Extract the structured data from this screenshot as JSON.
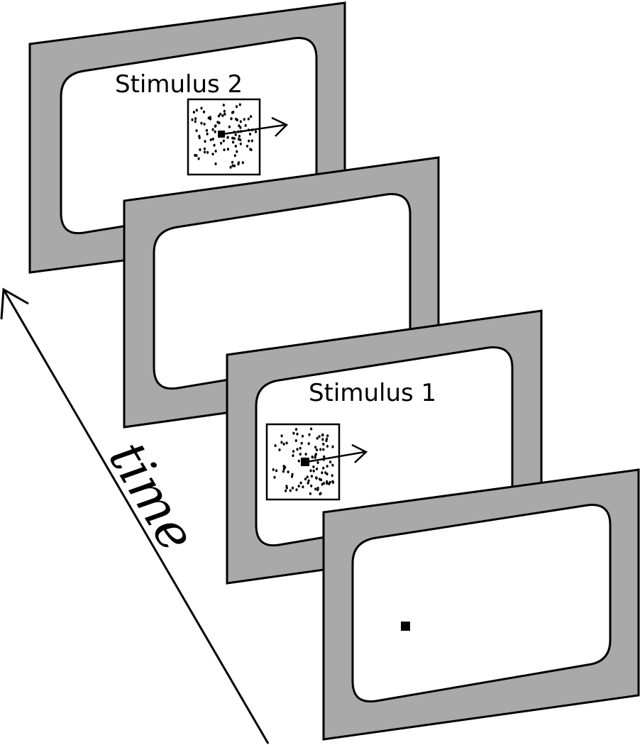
{
  "frames": [
    {
      "label": "Stimulus 2",
      "content": "random-dot-motion",
      "motion_direction": "rightward"
    },
    {
      "label": "",
      "content": "blank"
    },
    {
      "label": "Stimulus 1",
      "content": "random-dot-motion",
      "motion_direction": "rightward"
    },
    {
      "label": "",
      "content": "fixation-point"
    }
  ],
  "axis": {
    "label": "time"
  },
  "colors": {
    "frame": "#a9a9a9",
    "screen": "#ffffff",
    "ink": "#000000"
  }
}
